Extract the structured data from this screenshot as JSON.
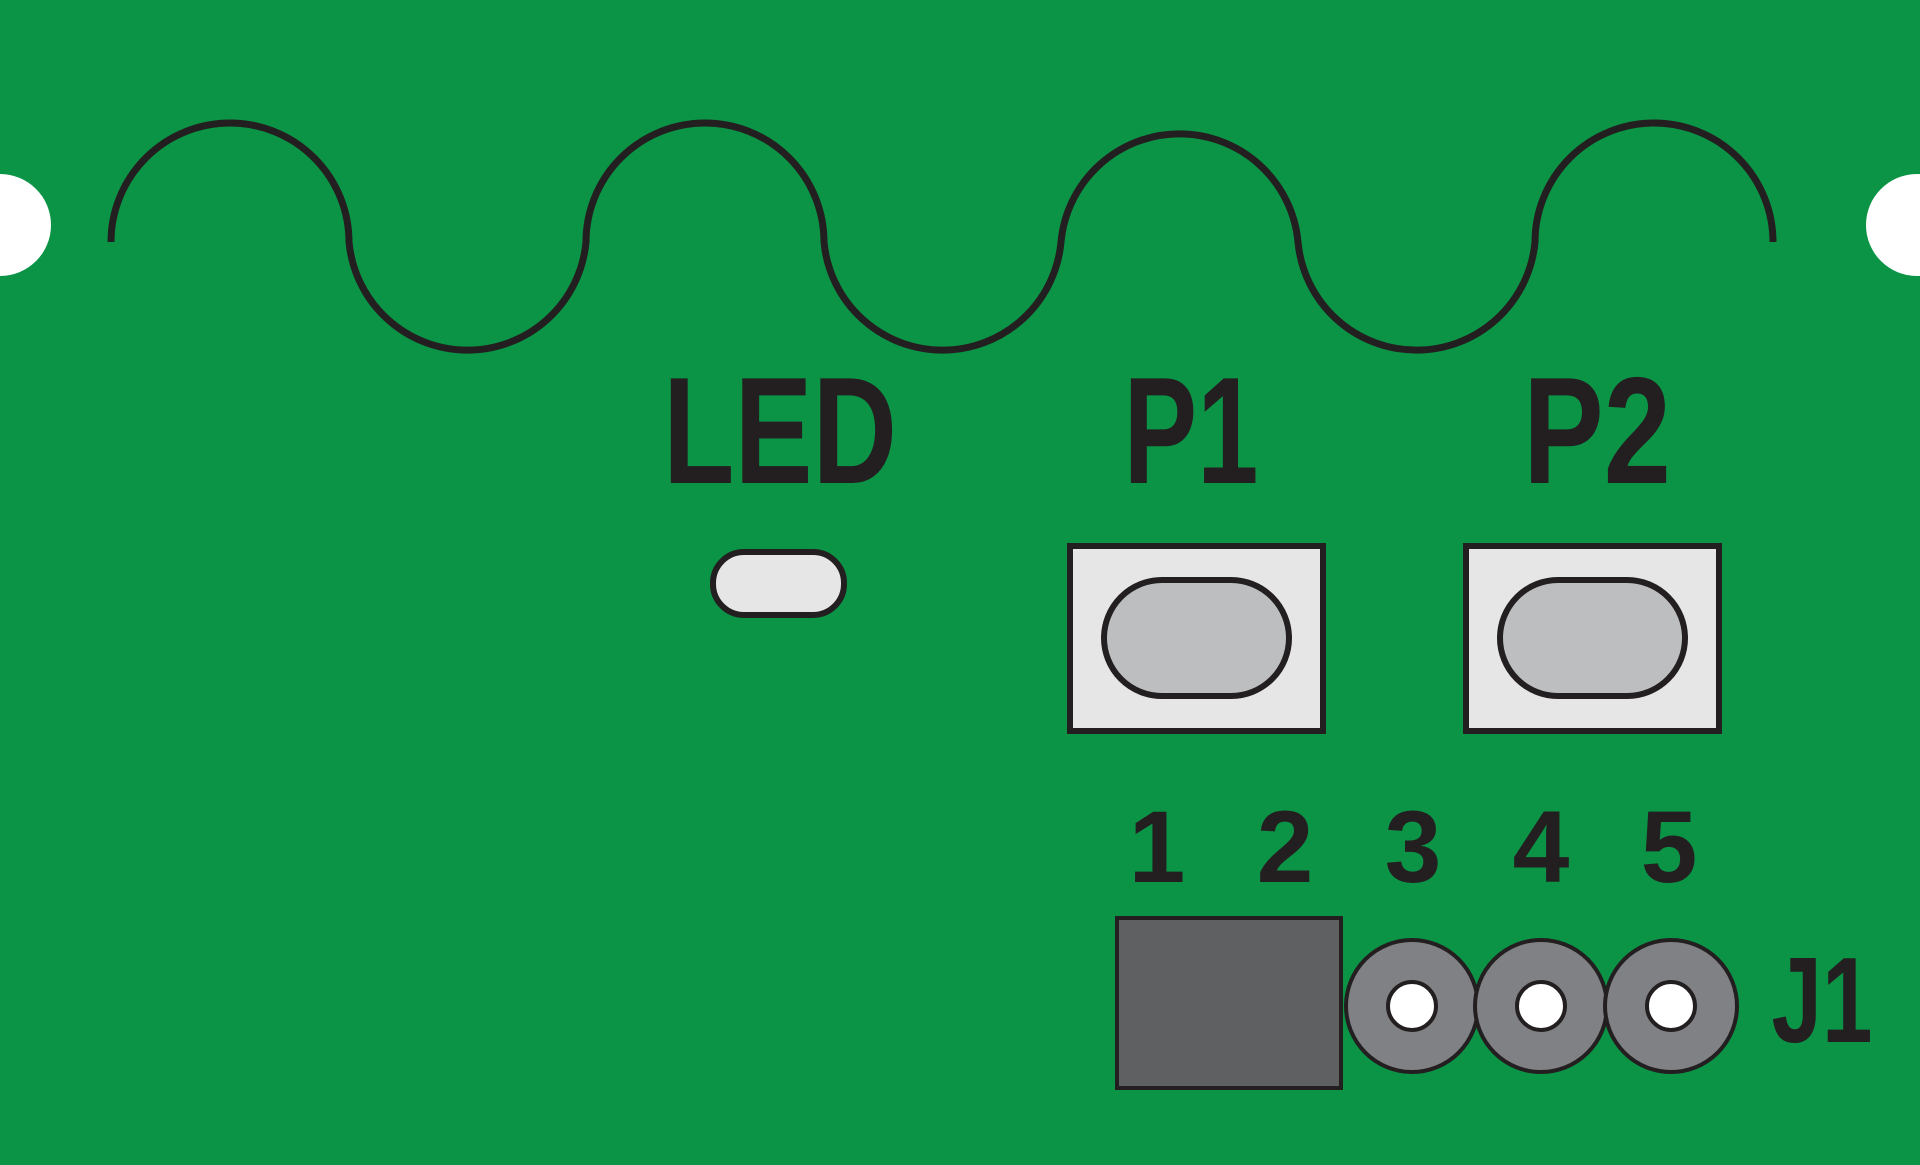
{
  "board": {
    "background_color": "#0b9446",
    "silkscreen_color": "#231f20"
  },
  "labels": {
    "led": "LED",
    "p1": "P1",
    "p2": "P2",
    "j1": "J1"
  },
  "header_pins": [
    {
      "number": "1",
      "pad": "square",
      "color": "#5f6062"
    },
    {
      "number": "2",
      "pad": "square",
      "color": "#5f6062"
    },
    {
      "number": "3",
      "pad": "round",
      "color": "#808184"
    },
    {
      "number": "4",
      "pad": "round",
      "color": "#808184"
    },
    {
      "number": "5",
      "pad": "round",
      "color": "#808184"
    }
  ],
  "buttons": [
    {
      "label_ref": "p1",
      "cap_color": "#bcbec0",
      "housing_color": "#e6e6e7"
    },
    {
      "label_ref": "p2",
      "cap_color": "#bcbec0",
      "housing_color": "#e6e6e7"
    }
  ],
  "led": {
    "color": "#e6e6e7"
  }
}
